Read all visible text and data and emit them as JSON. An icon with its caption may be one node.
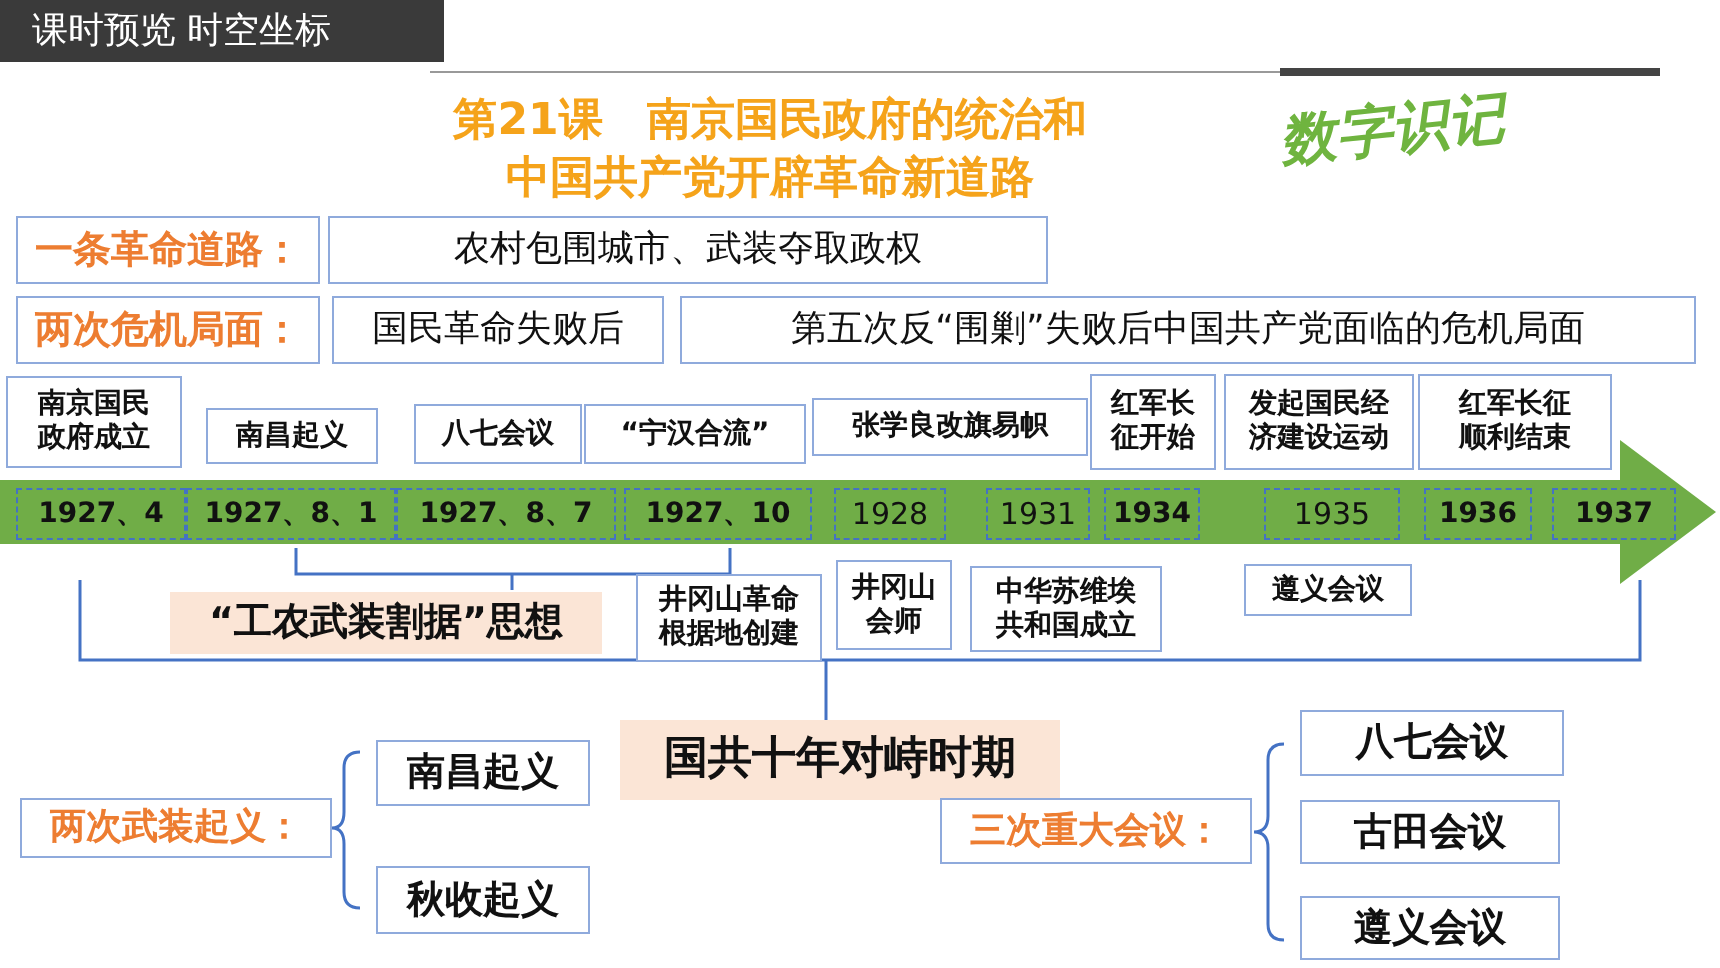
{
  "diagram": {
    "title": "第21课　南京国民政府的统治和中国共产党开辟革命新道路",
    "nodes": [
      {
        "text": [
          "一条革命道路："
        ]
      },
      {
        "text": [
          "农村包围城市、武装夺取政权"
        ]
      },
      {
        "text": [
          "两次危机局面："
        ]
      },
      {
        "text": [
          "国民革命失败后"
        ]
      },
      {
        "text": [
          "第五次反“围剿”失败后中国共产党面临的危机局面"
        ]
      },
      {
        "text": [
          "南京国民政府成立"
        ]
      },
      {
        "text": [
          "南昌起义"
        ]
      },
      {
        "text": [
          "八七会议"
        ]
      },
      {
        "text": [
          "“宁汉合流”"
        ]
      },
      {
        "text": [
          "张学良改旗易帜"
        ]
      },
      {
        "text": [
          "红军长征开始"
        ]
      },
      {
        "text": [
          "发起国民经济建设运动"
        ]
      },
      {
        "text": [
          "红军长征顺利结束"
        ]
      },
      {
        "text": [],
        "shape": "arrow"
      },
      {
        "text": [
          "1927、4"
        ],
        "in": 13
      },
      {
        "text": [
          "1927、8、1"
        ],
        "in": 13
      },
      {
        "text": [
          "1927、8、7"
        ],
        "in": 13
      },
      {
        "text": [
          "1927、10"
        ],
        "in": 13
      },
      {
        "text": [
          "1928"
        ],
        "in": 13
      },
      {
        "text": [
          "1931"
        ],
        "in": 13
      },
      {
        "text": [
          "1934"
        ],
        "in": 13
      },
      {
        "text": [
          "1935"
        ],
        "in": 13
      },
      {
        "text": [
          "1936"
        ],
        "in": 13
      },
      {
        "text": [
          "1937"
        ],
        "in": 13
      },
      {
        "text": [
          "“工农武装割据”思想"
        ]
      },
      {
        "text": [
          "井冈山革命根据地创建"
        ]
      },
      {
        "text": [
          "井冈山会师"
        ]
      },
      {
        "text": [
          "中华苏维埃共和国成立"
        ]
      },
      {
        "text": [
          "遵义会议"
        ]
      },
      {
        "text": [
          "国共十年对峙时期"
        ]
      },
      {
        "text": [
          "两次武装起义："
        ]
      },
      {
        "text": [
          "南昌起义"
        ]
      },
      {
        "text": [
          "秋收起义"
        ]
      },
      {
        "text": [
          "三次重大会议："
        ]
      },
      {
        "text": [
          "八七会议"
        ]
      },
      {
        "text": [
          "古田会议"
        ]
      },
      {
        "text": [
          "遵义会议"
        ]
      }
    ],
    "labels": [
      "课时预览 时空坐标",
      "数字识记"
    ]
  }
}
